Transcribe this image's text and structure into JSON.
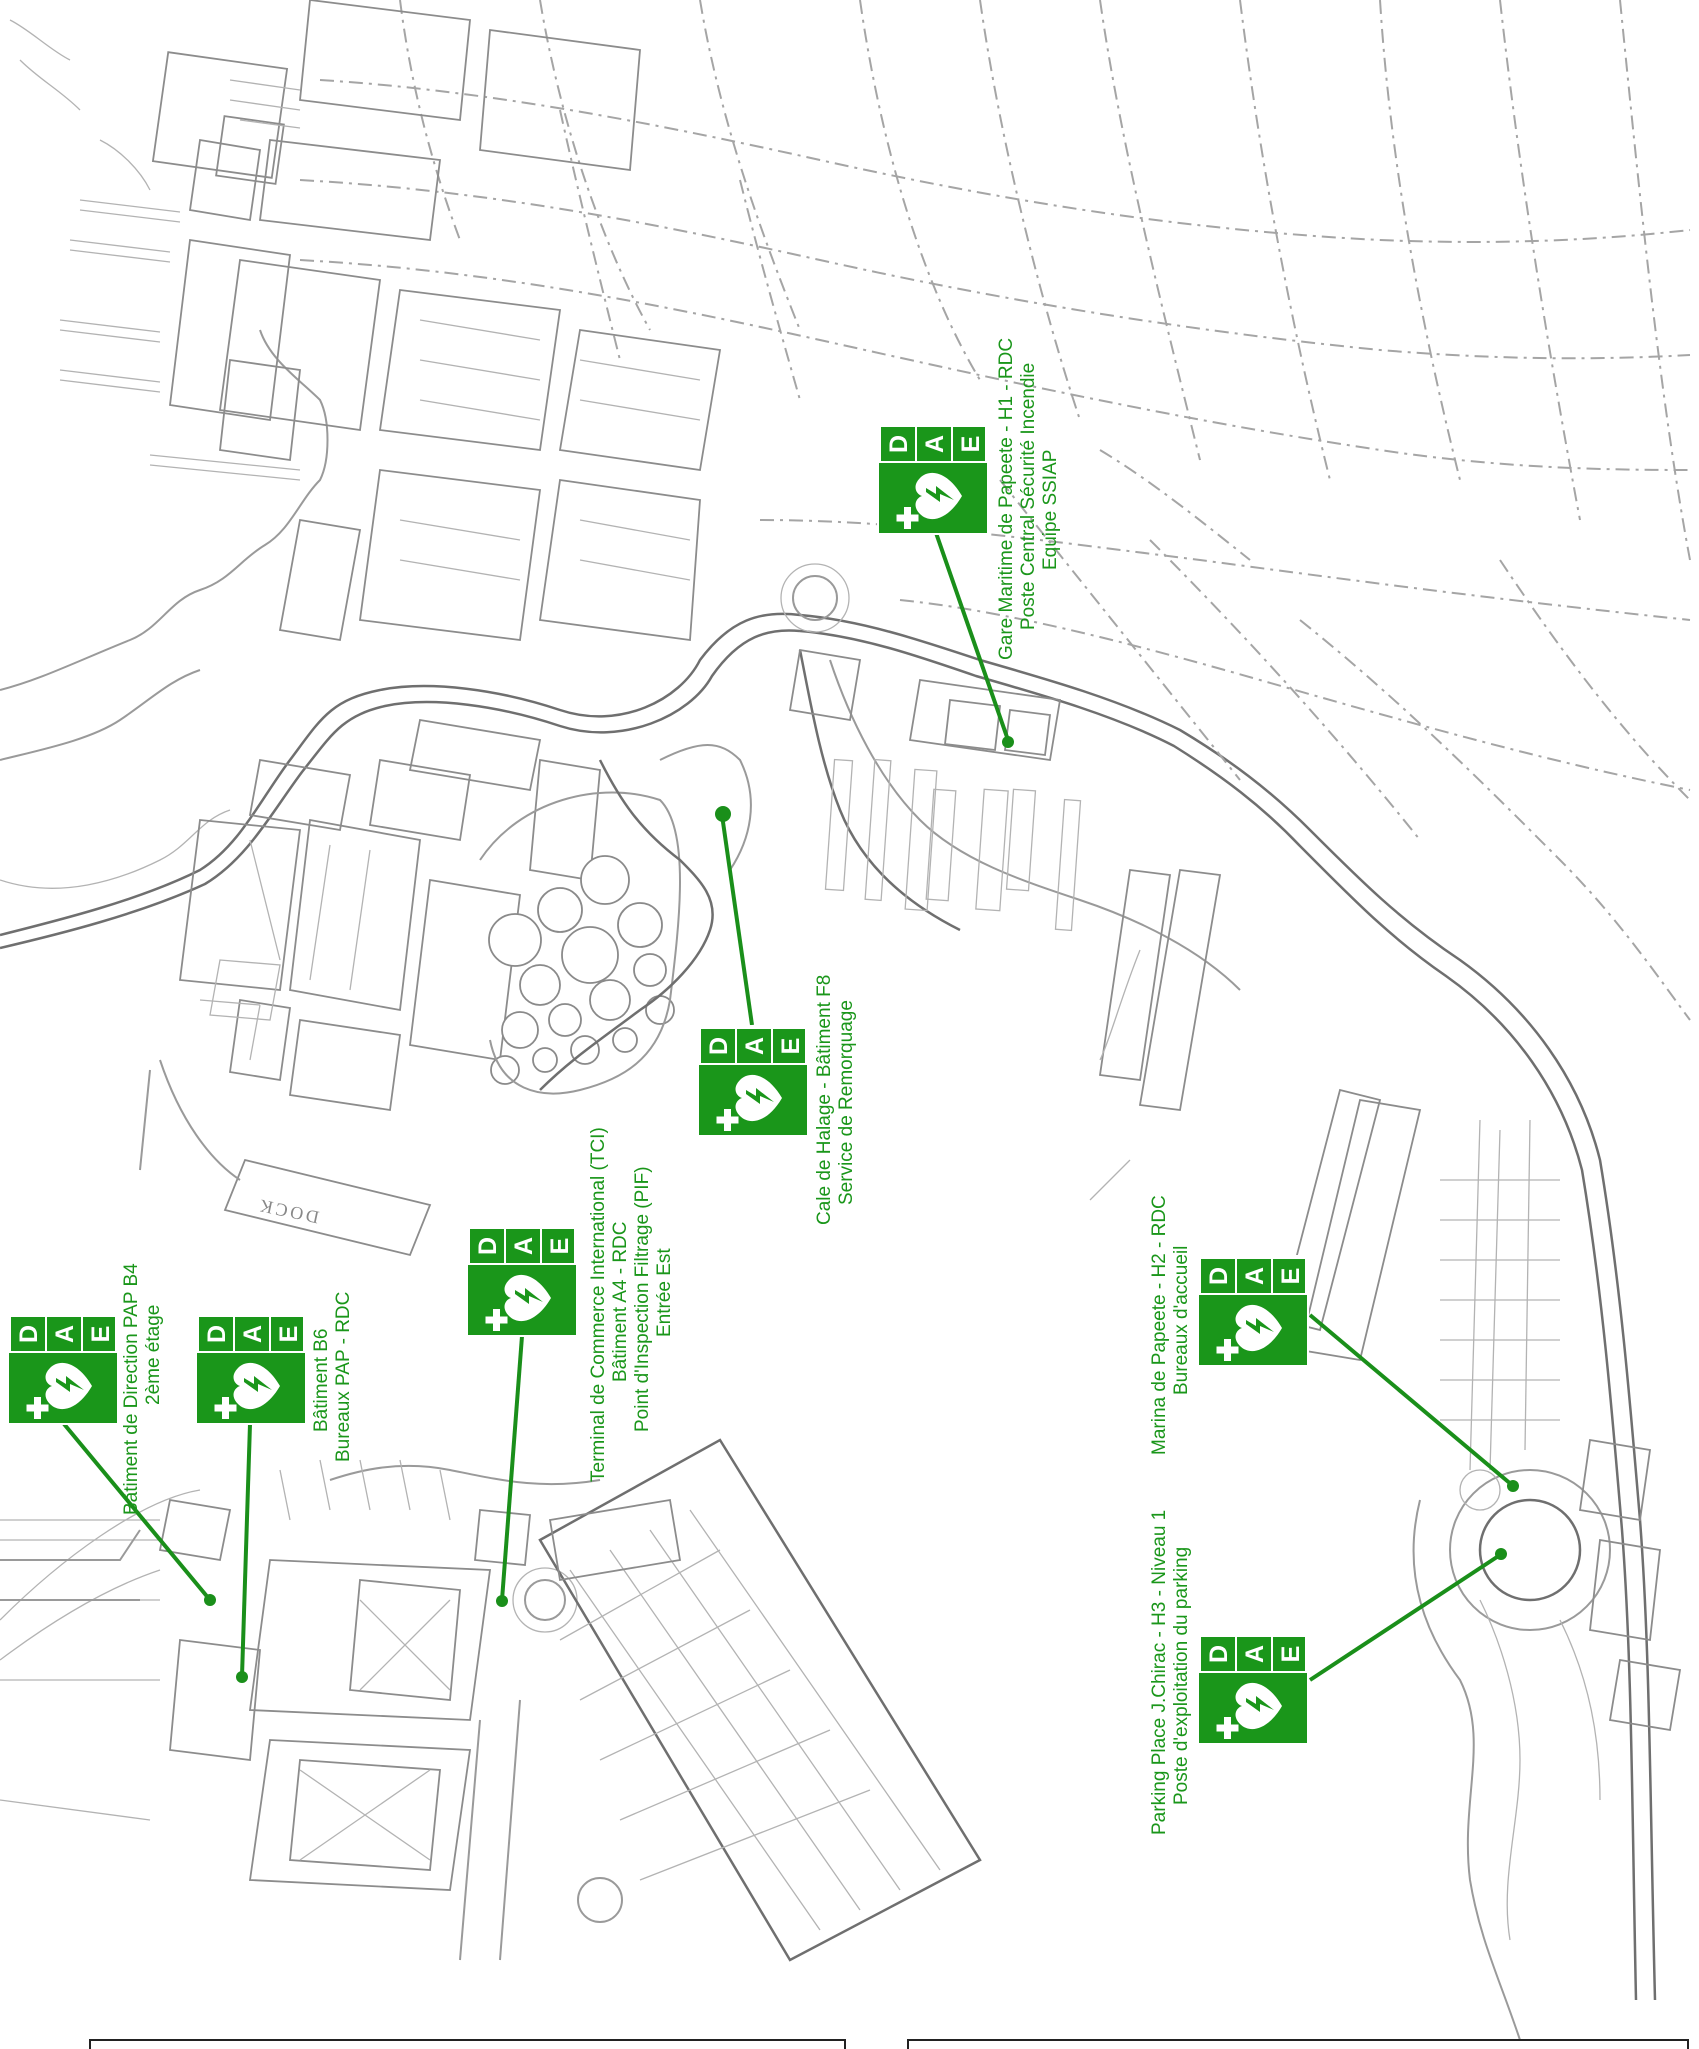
{
  "colors": {
    "marker_green": "#1a961a",
    "leader_green": "#1a8f1a",
    "map_line": "#9a9a9a",
    "background": "#ffffff"
  },
  "marker": {
    "icon": "aed-heart-bolt-icon",
    "letters": [
      "D",
      "A",
      "E"
    ]
  },
  "map_labels": {
    "dock": "DOCK"
  },
  "markers": [
    {
      "id": "gare-maritime",
      "lines": [
        "Gare Maritime de Papeete - H1 - RDC",
        "Poste Central Sécurité Incendie",
        "Equipe SSIAP"
      ]
    },
    {
      "id": "cale-de-halage",
      "lines": [
        "Cale de Halage - Bâtiment F8",
        "Service de Remorquage"
      ]
    },
    {
      "id": "terminal-commerce",
      "lines": [
        "Terminal de Commerce International (TCI)",
        "Bâtiment A4 - RDC",
        "Point d'Inspection Filtrage (PIF)",
        "Entrée Est"
      ]
    },
    {
      "id": "batiment-b6",
      "lines": [
        "Bâtiment B6",
        "Bureaux PAP - RDC"
      ]
    },
    {
      "id": "batiment-direction",
      "lines": [
        "Bâtiment de Direction PAP B4",
        "2ème étage"
      ]
    },
    {
      "id": "marina",
      "lines": [
        "Marina de Papeete - H2 - RDC",
        "Bureaux d'accueil"
      ]
    },
    {
      "id": "parking-chirac",
      "lines": [
        "Parking Place J.Chirac - H3 - Niveau 1",
        "Poste d'exploitation du parking"
      ]
    }
  ]
}
